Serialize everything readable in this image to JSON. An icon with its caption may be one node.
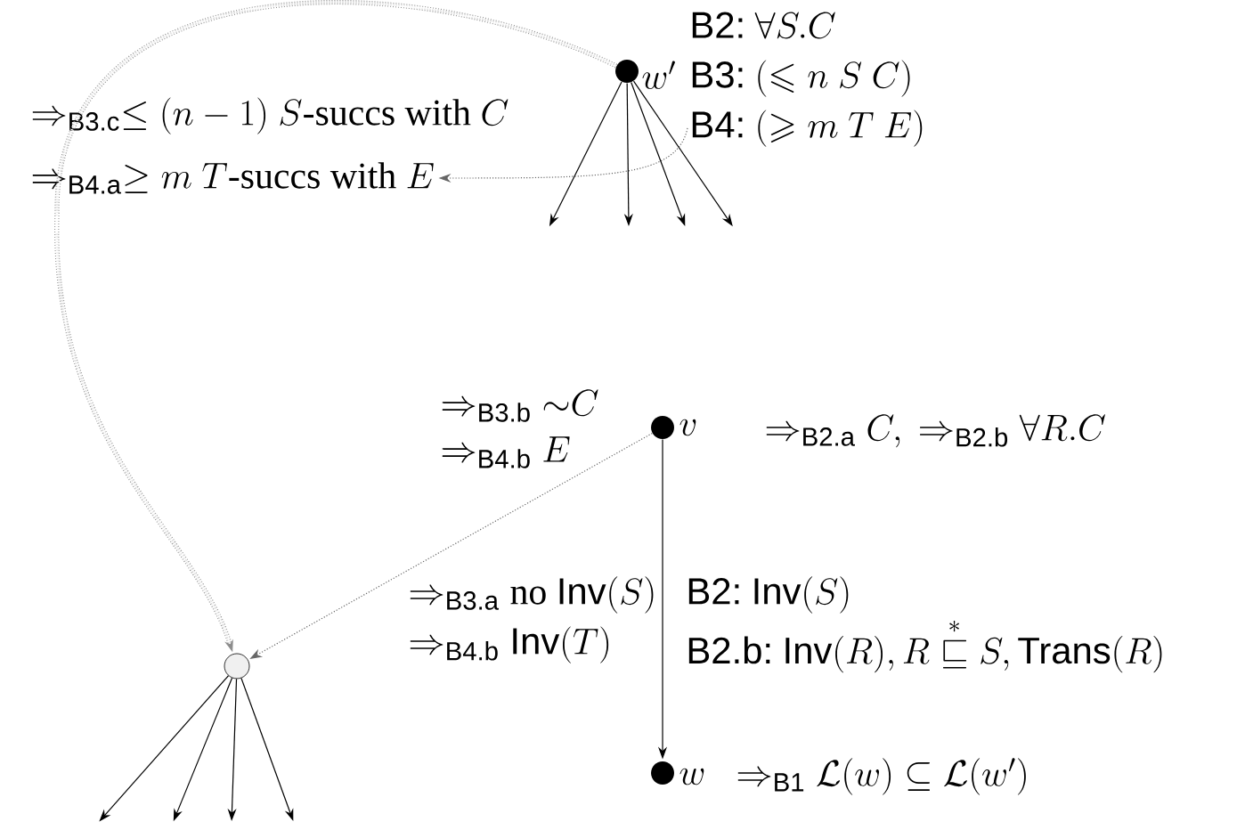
{
  "diagram": {
    "nodes": [
      {
        "text": [],
        "shape": "circle",
        "beside": [
          "w'",
          "\\textsf{B2:}\\ \\forall S.C",
          "\\textsf{B3:}\\ (\\leqslant n\\ S\\ C)"
        ]
      },
      {
        "text": [
          "\\textsf{B4:}\\ (\\geqslant m\\ T\\ E)"
        ]
      },
      {
        "text": [
          "\\Rightarrow_{\\textsf{B4.a}} \\geq m\\ T\\mbox{-succs with } E"
        ]
      },
      {
        "text": [],
        "shape": "circle",
        "beside": [
          "v",
          "\\Rightarrow_{\\textsf{B2.a}} C,\\ \\Rightarrow_{\\textsf{B2.b}} \\forall R.C",
          "\\Rightarrow_{\\textsf{B3.b}} {\\sim} C",
          "\\Rightarrow_{\\textsf{B4.b}} E"
        ]
      },
      {
        "text": [],
        "shape": "circle"
      },
      {
        "text": [],
        "shape": "circle",
        "beside": [
          "w",
          "\\Rightarrow_{\\textsf{B1}} \\mathcal{L}(w) \\subseteq \\mathcal{L}(w')"
        ]
      }
    ],
    "edges": [
      {
        "from": 0,
        "to": 4,
        "arrow": "to",
        "style": "dashed",
        "color": "#8c8c8c"
      },
      {
        "from": 1,
        "to": 2,
        "arrow": "to",
        "style": "dashed",
        "color": "#666666"
      },
      {
        "from": 3,
        "to": 4,
        "arrow": "to",
        "style": "dashed",
        "color": "#666666"
      },
      {
        "from": 3,
        "to": 5,
        "arrow": "to"
      },
      {
        "from": 0,
        "to": null,
        "arrow": "to"
      },
      {
        "from": 0,
        "to": null,
        "arrow": "to"
      },
      {
        "from": 0,
        "to": null,
        "arrow": "to"
      },
      {
        "from": 0,
        "to": null,
        "arrow": "to"
      },
      {
        "from": 4,
        "to": null,
        "arrow": "to"
      },
      {
        "from": 4,
        "to": null,
        "arrow": "to"
      },
      {
        "from": 4,
        "to": null,
        "arrow": "to"
      },
      {
        "from": 4,
        "to": null,
        "arrow": "to"
      }
    ],
    "labels": [
      "\\Rightarrow_{\\textsf{B3.c}} \\leq (n-1)\\ S\\mbox{-succs with } C",
      "\\Rightarrow_{\\textsf{B3.a}} \\mbox{no } \\textsf{Inv}(S)",
      "\\Rightarrow_{\\textsf{B4.b}} \\textsf{Inv}(T)",
      "\\textsf{B2:}\\ \\textsf{Inv}(S)",
      "\\textsf{B2.b:}\\ \\textsf{Inv}(R), R \\stackrel{*}{\\sqsubseteq} S, \\textsf{Trans}(R)"
    ]
  }
}
